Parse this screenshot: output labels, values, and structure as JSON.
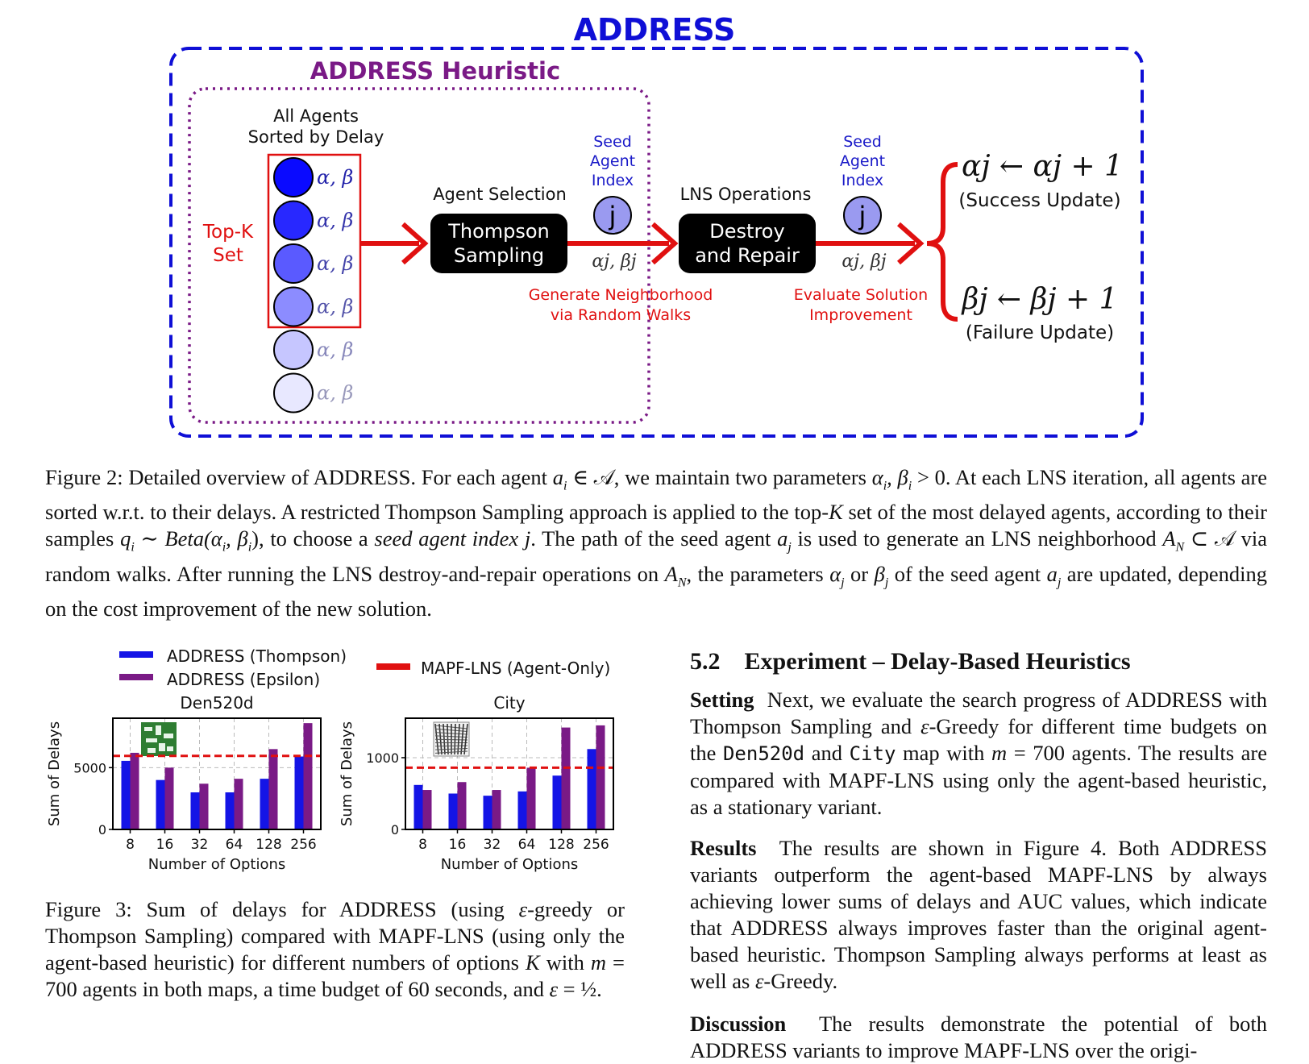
{
  "figure2": {
    "title": "ADDRESS",
    "heuristic_title": "ADDRESS Heuristic",
    "sorted_label_line1": "All Agents",
    "sorted_label_line2": "Sorted by Delay",
    "topk_line1": "Top-K",
    "topk_line2": "Set",
    "agent_param": "α, β",
    "agent_selection_label": "Agent Selection",
    "thompson_line1": "Thompson",
    "thompson_line2": "Sampling",
    "seed_line1": "Seed",
    "seed_line2": "Agent",
    "seed_line3": "Index",
    "seed_symbol": "j",
    "alpha_beta_j": "αj, βj",
    "lns_label": "LNS Operations",
    "destroy_line1": "Destroy",
    "destroy_line2": "and Repair",
    "neighborhood_line1": "Generate Neighborhood",
    "neighborhood_line2": "via Random Walks",
    "evaluate_line1": "Evaluate Solution",
    "evaluate_line2": "Improvement",
    "success_formula": "αj ← αj + 1",
    "success_label": "(Success Update)",
    "failure_formula": "βj ← βj + 1",
    "failure_label": "(Failure Update)",
    "colors": {
      "address_blue": "#0f0fd6",
      "heuristic_purple": "#7a1a86",
      "arrow_red": "#e01010",
      "agent_fills": [
        "#0a0aff",
        "#2828ff",
        "#5a5aff",
        "#8c8cff",
        "#c6c6ff",
        "#e8e8ff"
      ]
    }
  },
  "caption2": {
    "p1": "Figure 2: Detailed overview of ADDRESS. For each agent ",
    "p2": " we maintain two parameters ",
    "p3": ". At each LNS iteration, all agents are sorted w.r.t. to their delays. A restricted Thompson Sampling approach is applied to the top-",
    "p4": " set of the most delayed agents, according to their samples ",
    "p5": ", to choose a ",
    "p6": "seed agent index j",
    "p7": ". The path of the seed agent ",
    "p8": " is used to generate an LNS neighborhood ",
    "p9": " via random walks. After running the LNS destroy-and-repair operations on ",
    "p10": ", the parameters ",
    "p11": " or ",
    "p12": " of the seed agent ",
    "p13": " are updated, depending on the cost improvement of the new solution.",
    "m_ai": "a",
    "m_ai_sub": "i",
    "m_in": " ∈ 𝒜,",
    "m_params": "α",
    "m_params_sub": "i",
    "m_params2": ", β",
    "m_params2_sub": "i",
    "m_params3": " > 0",
    "m_K": "K",
    "m_q": "q",
    "m_q_sub": "i",
    "m_sim": " ∼ ",
    "m_beta": "Beta(α",
    "m_beta_sub": "i",
    "m_beta2": ", β",
    "m_beta2_sub": "i",
    "m_beta3": ")",
    "m_aj": "a",
    "m_aj_sub": "j",
    "m_AN": "A",
    "m_AN_sub": "N",
    "m_subset": " ⊂ 𝒜",
    "m_alphaj": "α",
    "m_alphaj_sub": "j",
    "m_betaj": "β",
    "m_betaj_sub": "j"
  },
  "figure3": {
    "legend": {
      "thompson": "ADDRESS (Thompson)",
      "epsilon": "ADDRESS (Epsilon)",
      "mapf": "MAPF-LNS (Agent-Only)"
    },
    "colors": {
      "thompson": "#1414e6",
      "epsilon": "#7a1a86",
      "mapf": "#e01010"
    }
  },
  "chart_data": [
    {
      "type": "bar",
      "title": "Den520d",
      "xlabel": "Number of Options",
      "ylabel": "Sum of Delays",
      "categories": [
        "8",
        "16",
        "32",
        "64",
        "128",
        "256"
      ],
      "ylim": [
        0,
        9000
      ],
      "yticks": [
        0,
        5000
      ],
      "grid": true,
      "series": [
        {
          "name": "ADDRESS (Thompson)",
          "values": [
            5550,
            4000,
            3000,
            3000,
            4100,
            5900
          ]
        },
        {
          "name": "ADDRESS (Epsilon)",
          "values": [
            6200,
            5000,
            3700,
            4100,
            6500,
            8600
          ]
        }
      ],
      "baseline": {
        "name": "MAPF-LNS (Agent-Only)",
        "value": 5950
      }
    },
    {
      "type": "bar",
      "title": "City",
      "xlabel": "Number of Options",
      "ylabel": "Sum of Delays",
      "categories": [
        "8",
        "16",
        "32",
        "64",
        "128",
        "256"
      ],
      "ylim": [
        0,
        1550
      ],
      "yticks": [
        0,
        1000
      ],
      "grid": true,
      "series": [
        {
          "name": "ADDRESS (Thompson)",
          "values": [
            620,
            500,
            470,
            530,
            750,
            1120
          ]
        },
        {
          "name": "ADDRESS (Epsilon)",
          "values": [
            550,
            660,
            550,
            860,
            1420,
            1450
          ]
        }
      ],
      "baseline": {
        "name": "MAPF-LNS (Agent-Only)",
        "value": 860
      }
    }
  ],
  "caption3": {
    "a": "Figure 3: Sum of delays for ADDRESS (using ",
    "eps": "ε",
    "b": "-greedy or Thompson Sampling) compared with MAPF-LNS (using only the agent-based heuristic) for different numbers of options ",
    "K": "K",
    "c": " with ",
    "m700": "m",
    "eq700": " = 700",
    "d": " agents in both maps, a time budget of 60 seconds, and ",
    "eps2": "ε",
    "eq_half": " = ½."
  },
  "section": {
    "number": "5.2",
    "title": "Experiment – Delay-Based Heuristics",
    "setting_label": "Setting",
    "setting_a": "Next, we evaluate the search progress of ADDRESS with Thompson Sampling and ",
    "setting_eps": "ε",
    "setting_b": "-Greedy for different time budgets on the ",
    "map1": "Den520d",
    "setting_c": " and ",
    "map2": "City",
    "setting_d": " map with ",
    "setting_m": "m",
    "setting_eq": " = 700",
    "setting_e": " agents. The results are compared with MAPF-LNS using only the agent-based heuristic, as a stationary variant.",
    "results_label": "Results",
    "results_a": "The results are shown in Figure 4. Both ADDRESS variants outperform the agent-based MAPF-LNS by always achieving lower sums of delays and AUC values, which indicate that ADDRESS always improves faster than the original agent-based heuristic. Thompson Sampling always performs at least as well as ",
    "results_eps": "ε",
    "results_b": "-Greedy.",
    "discussion_label": "Discussion",
    "discussion_a": "The results demonstrate the potential of both ADDRESS variants to improve MAPF-LNS over the origi-"
  }
}
